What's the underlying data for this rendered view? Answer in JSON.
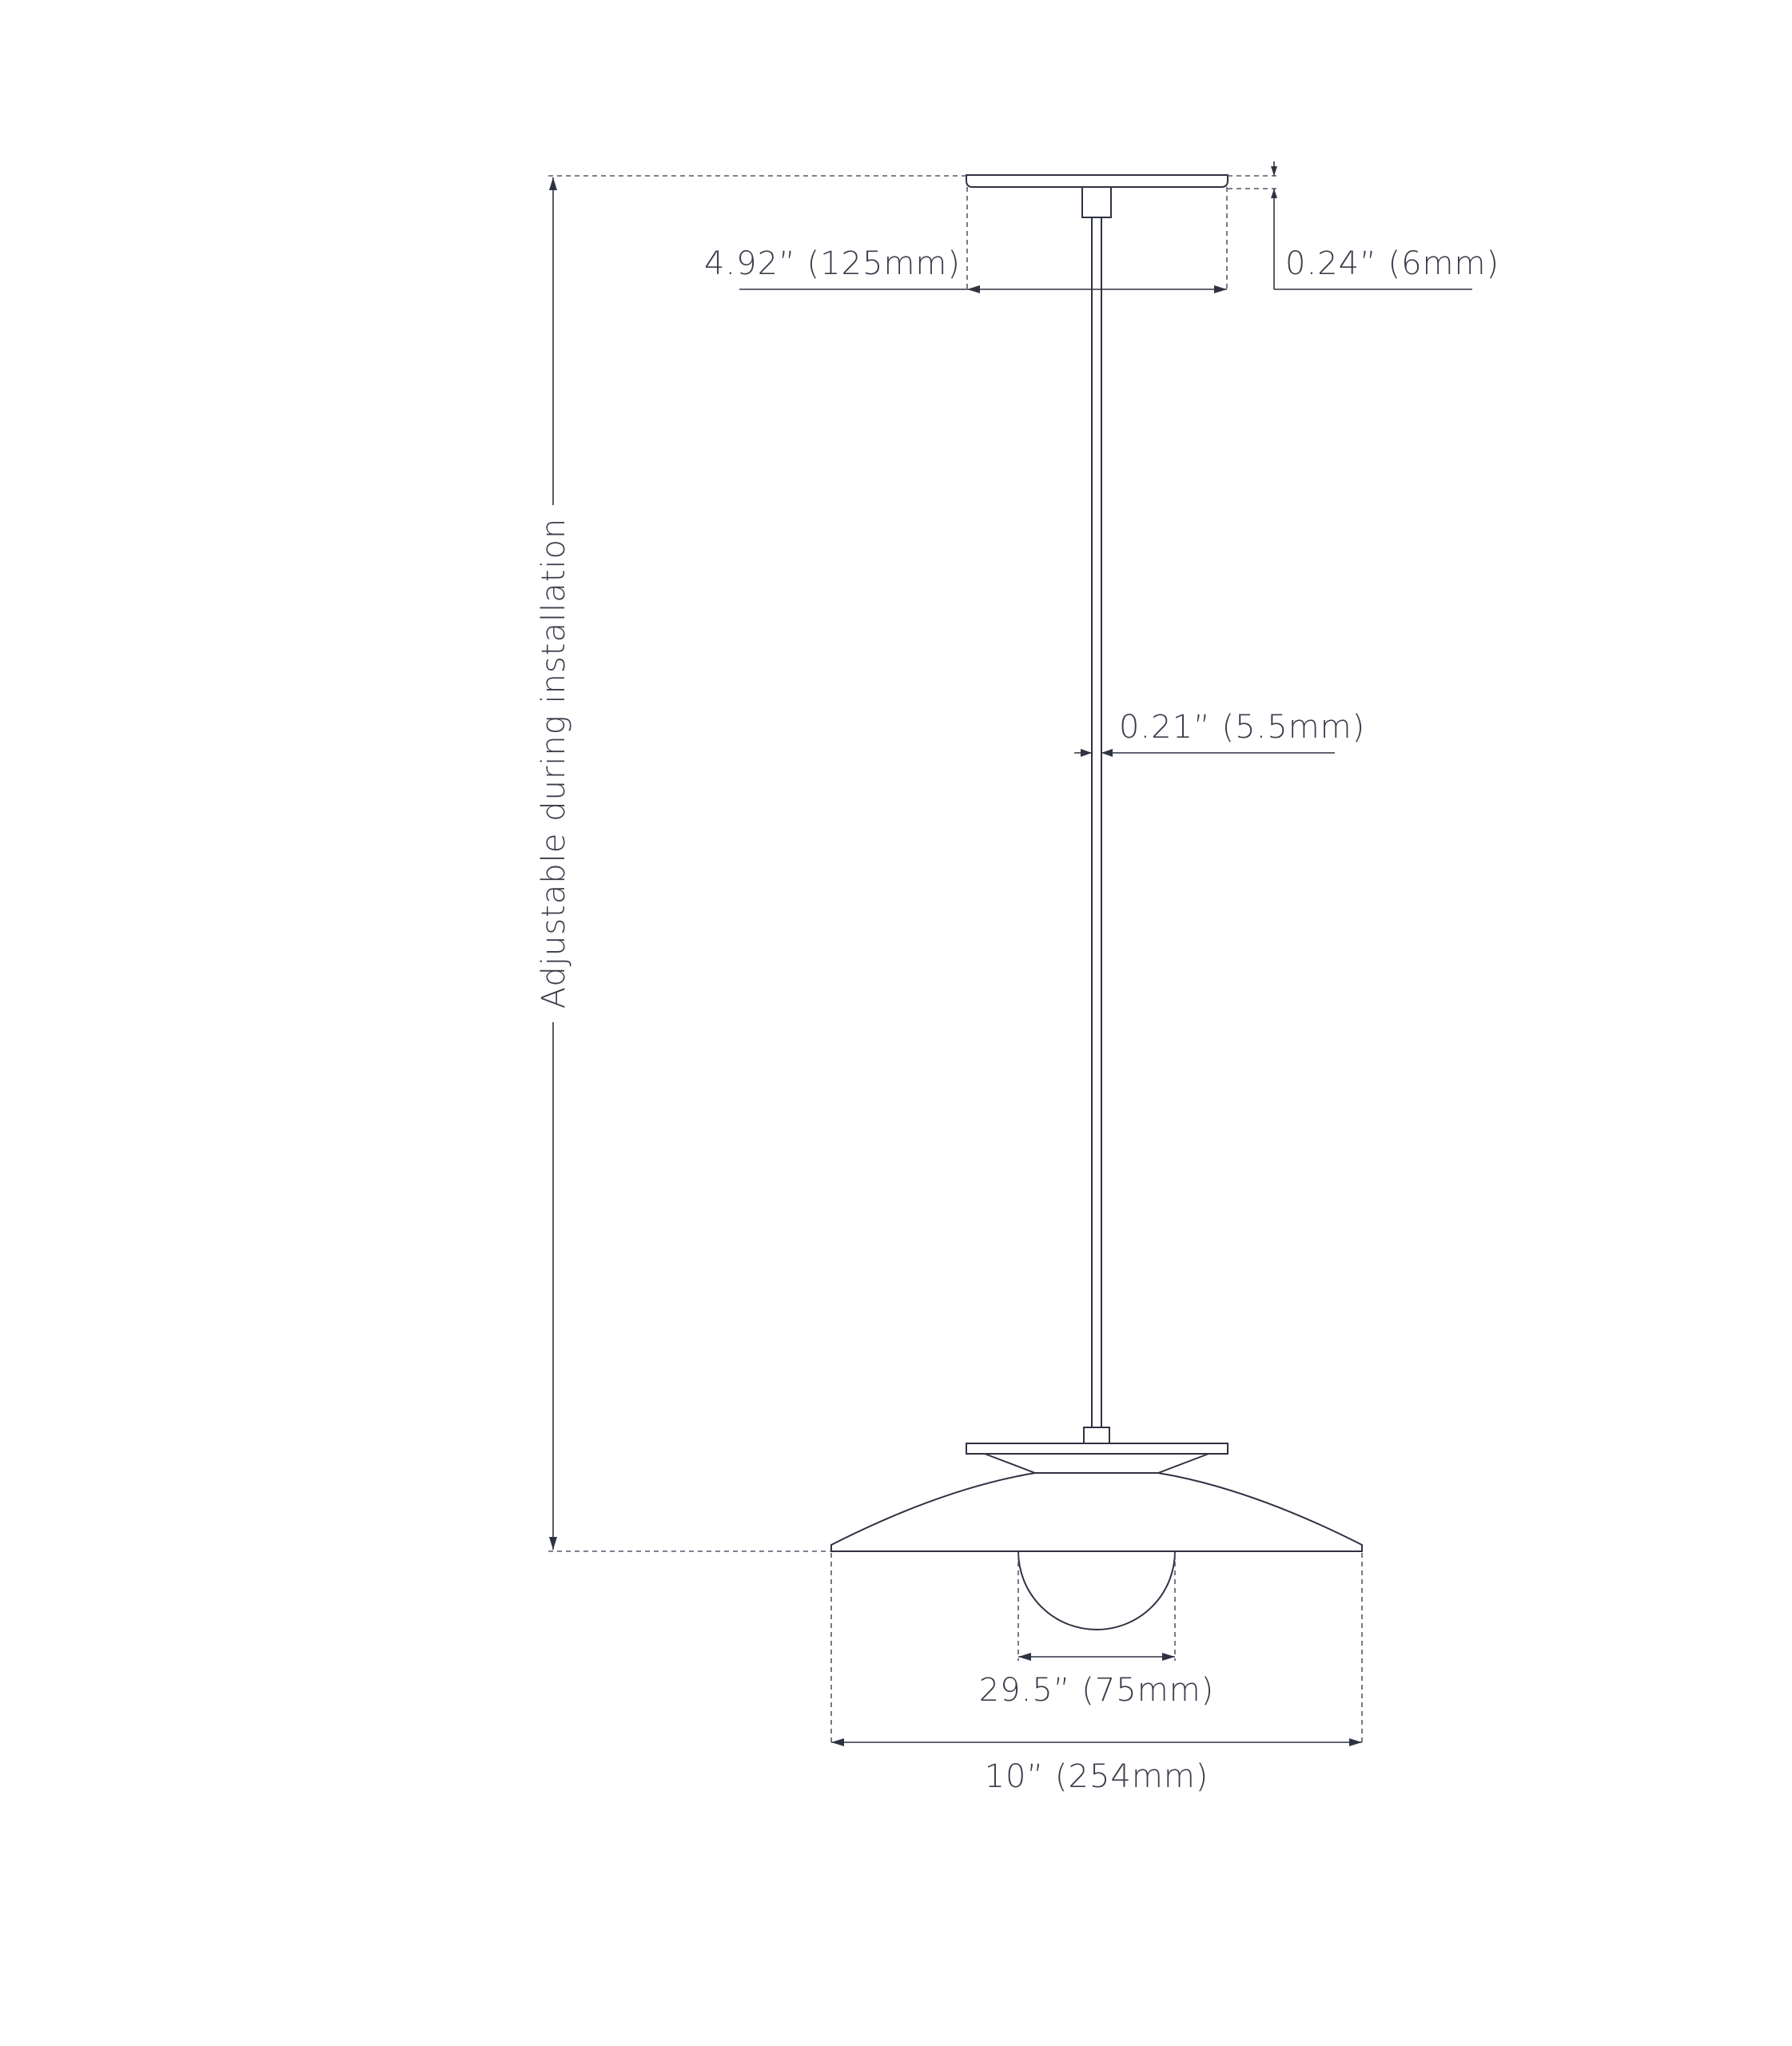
{
  "diagram": {
    "dimensions": {
      "canopy_width": "4.92” (125mm)",
      "canopy_thickness": "0.24” (6mm)",
      "rod_diameter": "0.21” (5.5mm)",
      "bulb_width": "29.5” (75mm)",
      "shade_width": "10” (254mm)",
      "overall_height": "Adjustable during installation"
    },
    "colors": {
      "line": "#2f3242",
      "text": "#3a3d4a",
      "background": "#ffffff"
    }
  }
}
